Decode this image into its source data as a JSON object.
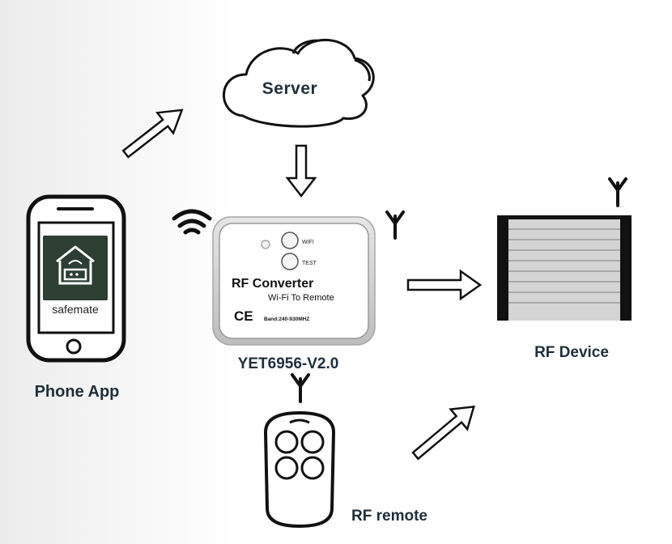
{
  "server": {
    "label": "Server"
  },
  "phone": {
    "app_name": "safemate",
    "caption": "Phone App"
  },
  "converter": {
    "title": "RF Converter",
    "subtitle": "Wi-Fi To Remote",
    "ce_mark": "CE",
    "band": "Band:240-930MHZ",
    "wifi_button": "WIFI",
    "test_button": "TEST",
    "model": "YET6956-V2.0"
  },
  "rf_device": {
    "caption": "RF Device"
  },
  "rf_remote": {
    "caption": "RF remote"
  },
  "colors": {
    "outline": "#111111",
    "accent_text": "#1f2f3a",
    "app_tile": "#2d3e33",
    "converter_rim": "#cfcfcf"
  }
}
